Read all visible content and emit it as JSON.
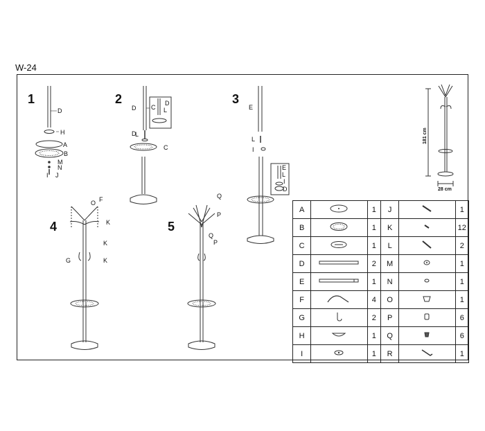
{
  "model_code": "W-24",
  "steps": [
    {
      "number": "1",
      "labels": [
        "D",
        "H",
        "A",
        "B",
        "M",
        "N",
        "I",
        "J"
      ]
    },
    {
      "number": "2",
      "labels": [
        "D",
        "C",
        "D",
        "L",
        "D",
        "L",
        "C"
      ]
    },
    {
      "number": "3",
      "labels": [
        "E",
        "L",
        "I",
        "E",
        "L",
        "I",
        "D"
      ]
    },
    {
      "number": "4",
      "labels": [
        "O",
        "F",
        "K",
        "K",
        "G",
        "K"
      ]
    },
    {
      "number": "5",
      "labels": [
        "Q",
        "P",
        "Q",
        "P"
      ]
    }
  ],
  "dimensions": {
    "height": "181 cm",
    "width": "28 cm"
  },
  "parts": [
    {
      "left": {
        "letter": "A",
        "qty": "1"
      },
      "right": {
        "letter": "J",
        "qty": "1"
      }
    },
    {
      "left": {
        "letter": "B",
        "qty": "1"
      },
      "right": {
        "letter": "K",
        "qty": "12"
      }
    },
    {
      "left": {
        "letter": "C",
        "qty": "1"
      },
      "right": {
        "letter": "L",
        "qty": "2"
      }
    },
    {
      "left": {
        "letter": "D",
        "qty": "2"
      },
      "right": {
        "letter": "M",
        "qty": "1"
      }
    },
    {
      "left": {
        "letter": "E",
        "qty": "1"
      },
      "right": {
        "letter": "N",
        "qty": "1"
      }
    },
    {
      "left": {
        "letter": "F",
        "qty": "4"
      },
      "right": {
        "letter": "O",
        "qty": "1"
      }
    },
    {
      "left": {
        "letter": "G",
        "qty": "2"
      },
      "right": {
        "letter": "P",
        "qty": "6"
      }
    },
    {
      "left": {
        "letter": "H",
        "qty": "1"
      },
      "right": {
        "letter": "Q",
        "qty": "6"
      }
    },
    {
      "left": {
        "letter": "I",
        "qty": "1"
      },
      "right": {
        "letter": "R",
        "qty": "1"
      }
    }
  ]
}
